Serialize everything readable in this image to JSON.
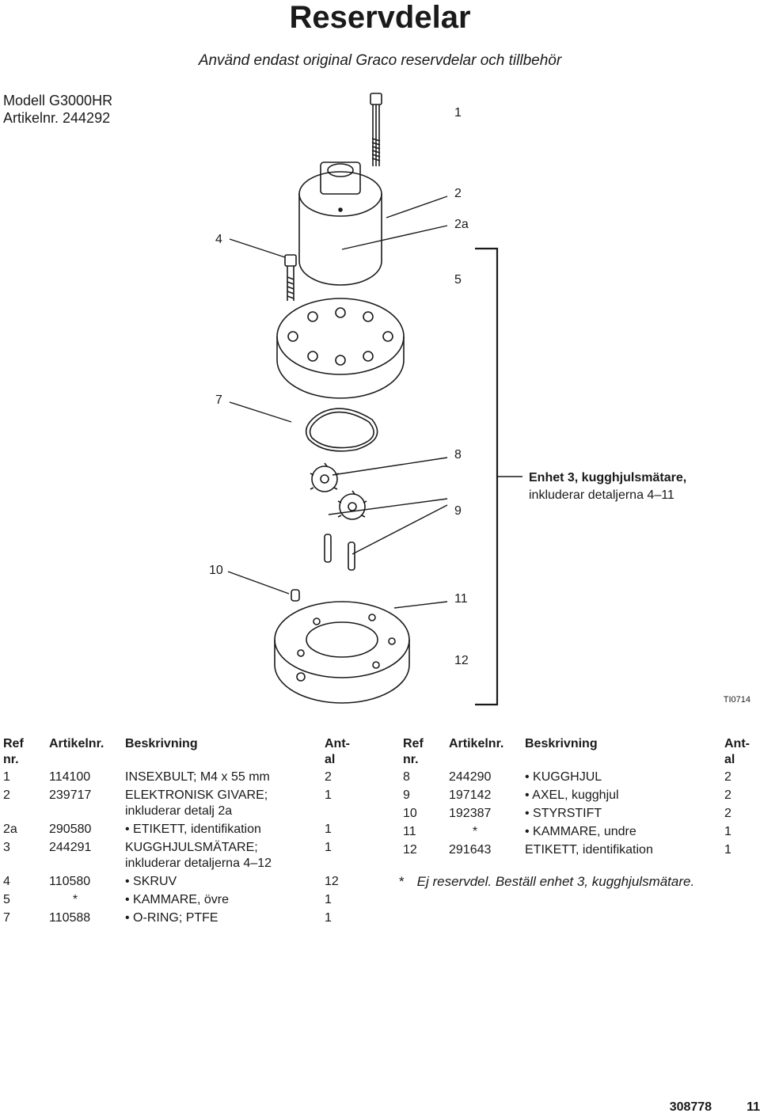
{
  "header": {
    "title": "Reservdelar",
    "subtitle": "Använd endast original Graco reservdelar och tillbehör"
  },
  "model": {
    "line1": "Modell G3000HR",
    "line2": "Artikelnr. 244292"
  },
  "drawing": {
    "callouts": [
      "1",
      "2",
      "2a",
      "4",
      "5",
      "7",
      "8",
      "9",
      "10",
      "11",
      "12"
    ],
    "assembly_label_line1": "Enhet 3, kugghjulsmätare,",
    "assembly_label_line2": "inkluderar detaljerna 4–11",
    "figure_code": "TI0714"
  },
  "parts_table": {
    "headers": {
      "ref_line1": "Ref",
      "ref_line2": "nr.",
      "part_no": "Artikelnr.",
      "description": "Beskrivning",
      "qty_line1": "Ant-",
      "qty_line2": "al"
    },
    "left_rows": [
      {
        "ref": "1",
        "part": "114100",
        "desc": "INSEXBULT; M4 x 55 mm",
        "desc2": "",
        "qty": "2"
      },
      {
        "ref": "2",
        "part": "239717",
        "desc": "ELEKTRONISK GIVARE;",
        "desc2": "inkluderar detalj 2a",
        "qty": "1"
      },
      {
        "ref": "2a",
        "part": "290580",
        "desc": "• ETIKETT, identifikation",
        "desc2": "",
        "qty": "1"
      },
      {
        "ref": "3",
        "part": "244291",
        "desc": "KUGGHJULSMÄTARE;",
        "desc2": "inkluderar detaljerna 4–12",
        "qty": "1"
      },
      {
        "ref": "4",
        "part": "110580",
        "desc": "• SKRUV",
        "desc2": "",
        "qty": "12"
      },
      {
        "ref": "5",
        "part": "*",
        "desc": "• KAMMARE, övre",
        "desc2": "",
        "qty": "1"
      },
      {
        "ref": "7",
        "part": "110588",
        "desc": "• O-RING; PTFE",
        "desc2": "",
        "qty": "1"
      }
    ],
    "right_rows": [
      {
        "ref": "8",
        "part": "244290",
        "desc": "• KUGGHJUL",
        "desc2": "",
        "qty": "2"
      },
      {
        "ref": "9",
        "part": "197142",
        "desc": "• AXEL, kugghjul",
        "desc2": "",
        "qty": "2"
      },
      {
        "ref": "10",
        "part": "192387",
        "desc": "• STYRSTIFT",
        "desc2": "",
        "qty": "2"
      },
      {
        "ref": "11",
        "part": "*",
        "desc": "• KAMMARE, undre",
        "desc2": "",
        "qty": "1"
      },
      {
        "ref": "12",
        "part": "291643",
        "desc": "ETIKETT, identifikation",
        "desc2": "",
        "qty": "1"
      }
    ]
  },
  "footnote": {
    "star": "*",
    "text": "Ej reservdel. Beställ enhet 3, kugghjulsmätare."
  },
  "footer": {
    "doc_number": "308778",
    "page_number": "11"
  }
}
